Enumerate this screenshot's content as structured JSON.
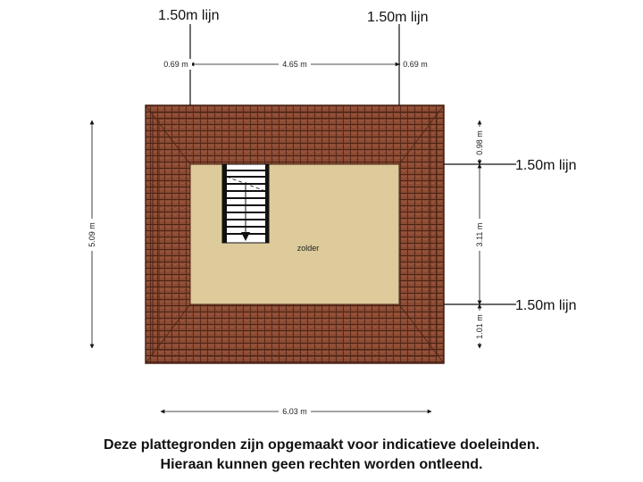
{
  "drawing": {
    "line_labels": {
      "top_left": "1.50m lijn",
      "top_right": "1.50m lijn",
      "right_upper": "1.50m lijn",
      "right_lower": "1.50m lijn"
    },
    "dimensions": {
      "top_left": "0.69 m",
      "top_middle": "4.65 m",
      "top_right": "0.69 m",
      "left_total": "5.09 m",
      "right_top": "0.98 m",
      "right_middle": "3.11 m",
      "right_bottom": "1.01 m",
      "bottom_total": "6.03 m"
    },
    "room_label": "zolder",
    "colors": {
      "roof_tile": "#8B4A32",
      "roof_line": "#4A2315",
      "floor": "#DDCB9C",
      "floor_border": "#4A2315",
      "stair_tread": "#111111"
    }
  },
  "footer": {
    "line1": "Deze plattegronden zijn opgemaakt voor indicatieve doeleinden.",
    "line2": "Hieraan kunnen geen rechten worden ontleend."
  }
}
